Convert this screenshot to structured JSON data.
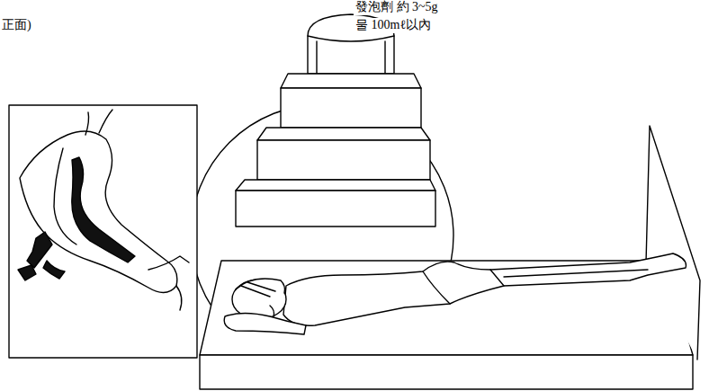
{
  "diagram": {
    "labels": [
      "發泡劑 約 3~5g",
      "正面)",
      "물 100mℓ以內"
    ]
  }
}
